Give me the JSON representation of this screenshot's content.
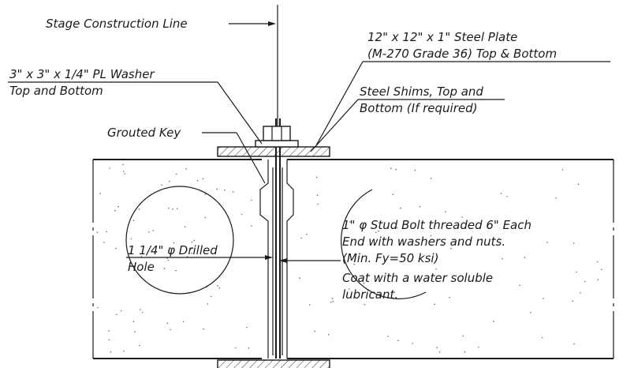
{
  "labels": {
    "stage_line": "Stage Construction Line",
    "steel_plate_1": "12\" x 12\" x 1\" Steel Plate",
    "steel_plate_2": "(M-270 Grade 36) Top & Bottom",
    "washer_1": "3\" x 3\" x 1/4\" PL Washer",
    "washer_2": "Top and Bottom",
    "shims_1": "Steel Shims, Top and",
    "shims_2": "Bottom (If required)",
    "grouted_key": "Grouted Key",
    "hole_1": "1 1/4\" φ Drilled",
    "hole_2": "Hole",
    "bolt_1": "1\" φ Stud Bolt threaded 6\" Each",
    "bolt_2": "End with washers and nuts.",
    "bolt_3": "(Min. Fy=50 ksi)",
    "bolt_4": "Coat with a water soluble",
    "bolt_5": "lubricant."
  }
}
